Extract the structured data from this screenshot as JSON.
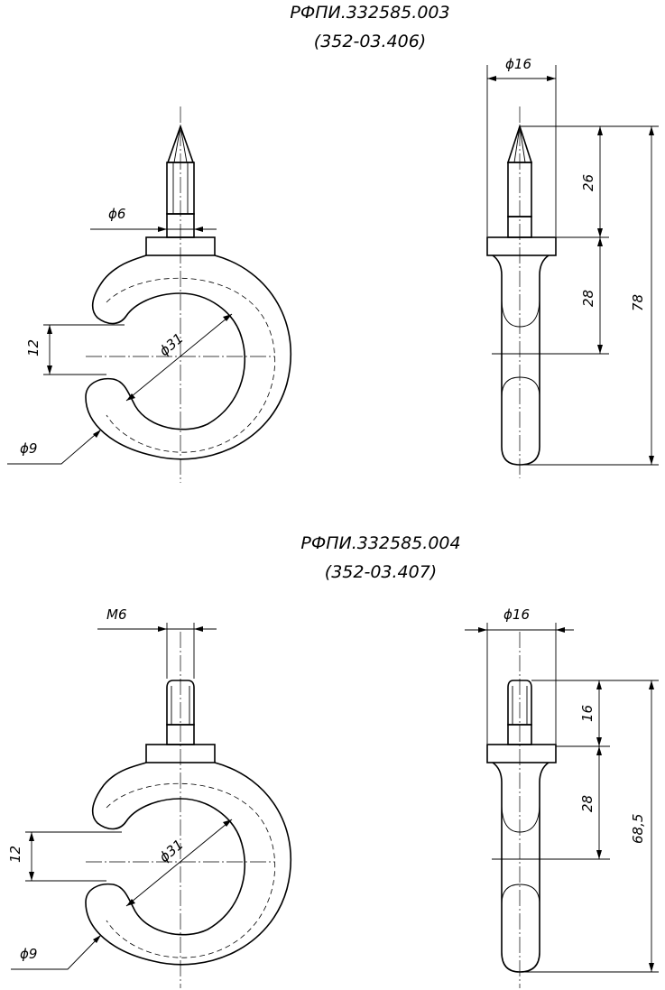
{
  "part1": {
    "code": "РФПИ.332585.003",
    "sub": "(352-03.406)",
    "dims": {
      "stem_dia": "ϕ6",
      "gap": "12",
      "ring_dia": "ϕ31",
      "wire_dia": "ϕ9",
      "width": "ϕ16",
      "tip_len": "26",
      "body_len": "28",
      "total_len": "78"
    }
  },
  "part2": {
    "code": "РФПИ.332585.004",
    "sub": "(352-03.407)",
    "dims": {
      "thread": "M6",
      "gap": "12",
      "ring_dia": "ϕ31",
      "wire_dia": "ϕ9",
      "width": "ϕ16",
      "tip_len": "16",
      "body_len": "28",
      "total_len": "68,5"
    }
  }
}
